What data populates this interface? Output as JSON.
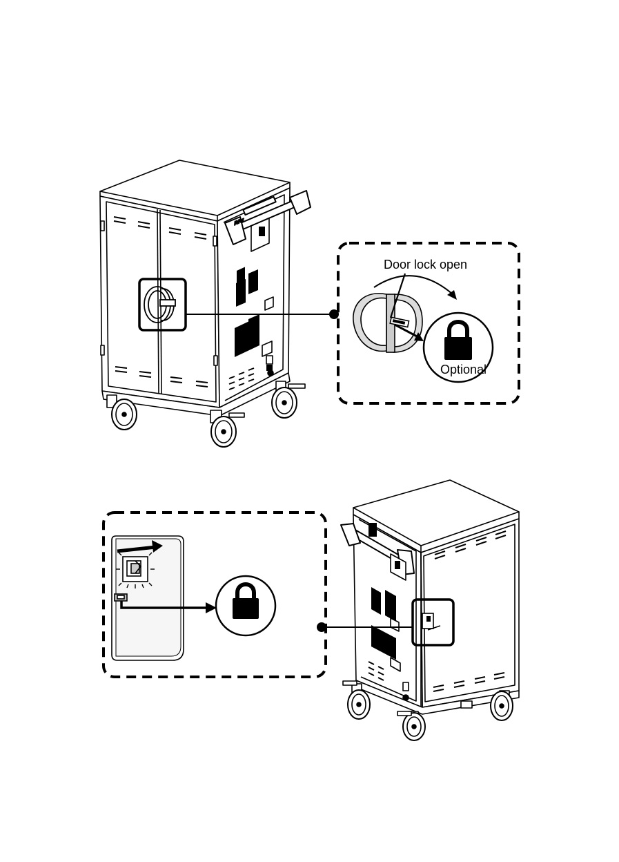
{
  "figure": {
    "top_callout": {
      "heading": "Door lock open",
      "badge_label": "Optional",
      "badge_icon": "padlock-icon",
      "handle_icon": "door-handle-icon"
    },
    "bottom_callout": {
      "badge_icon": "padlock-icon",
      "latch_icon": "side-latch-icon"
    },
    "brand_mark": "AVer",
    "colors": {
      "ink": "#000000",
      "paper": "#ffffff",
      "pad_gray": "#cccccc",
      "panel_gray": "#bbbbbb"
    }
  }
}
